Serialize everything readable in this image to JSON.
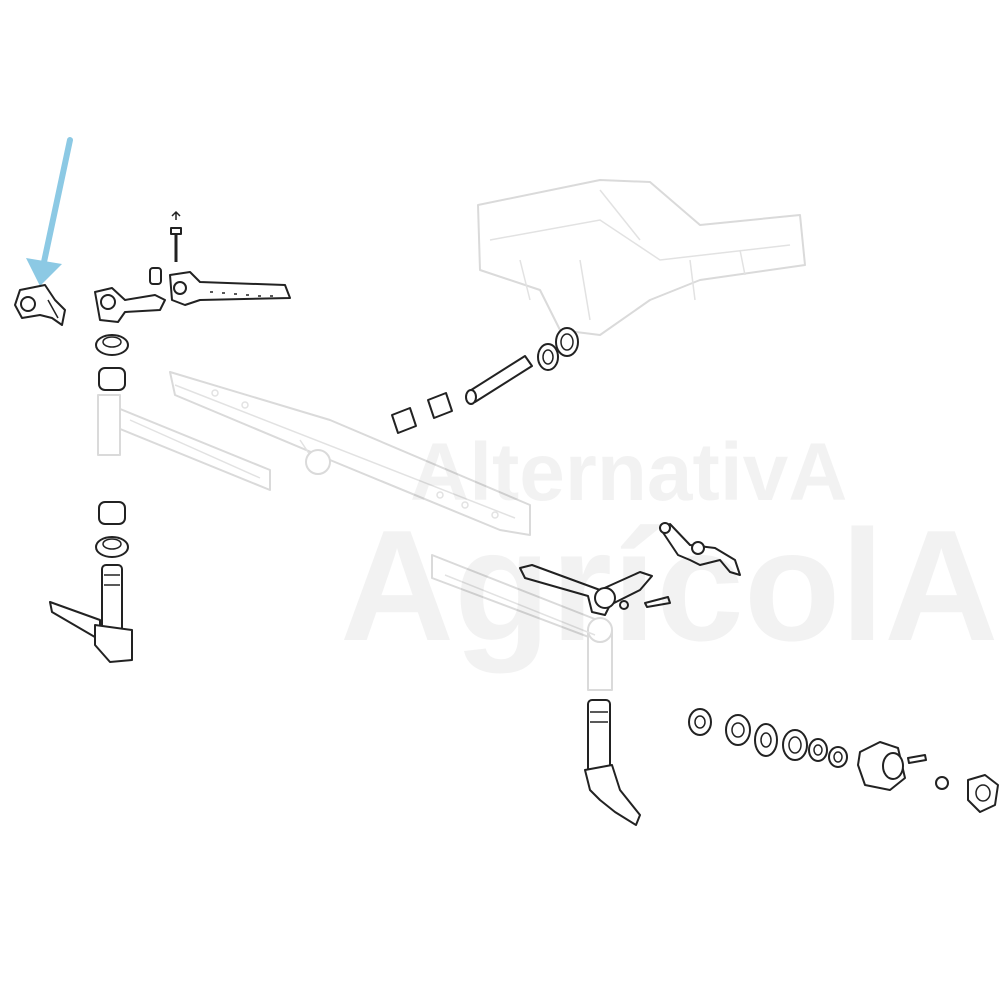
{
  "watermark": {
    "line1": "AlternativA",
    "line2": "AgrícolA"
  },
  "colors": {
    "arrow": "#8cc9e4",
    "ink": "#222222",
    "faded": "#dadada",
    "watermark": "#f3f3f3"
  },
  "highlight": {
    "icon": "arrow-down-icon",
    "target": "steering-arm-left"
  }
}
